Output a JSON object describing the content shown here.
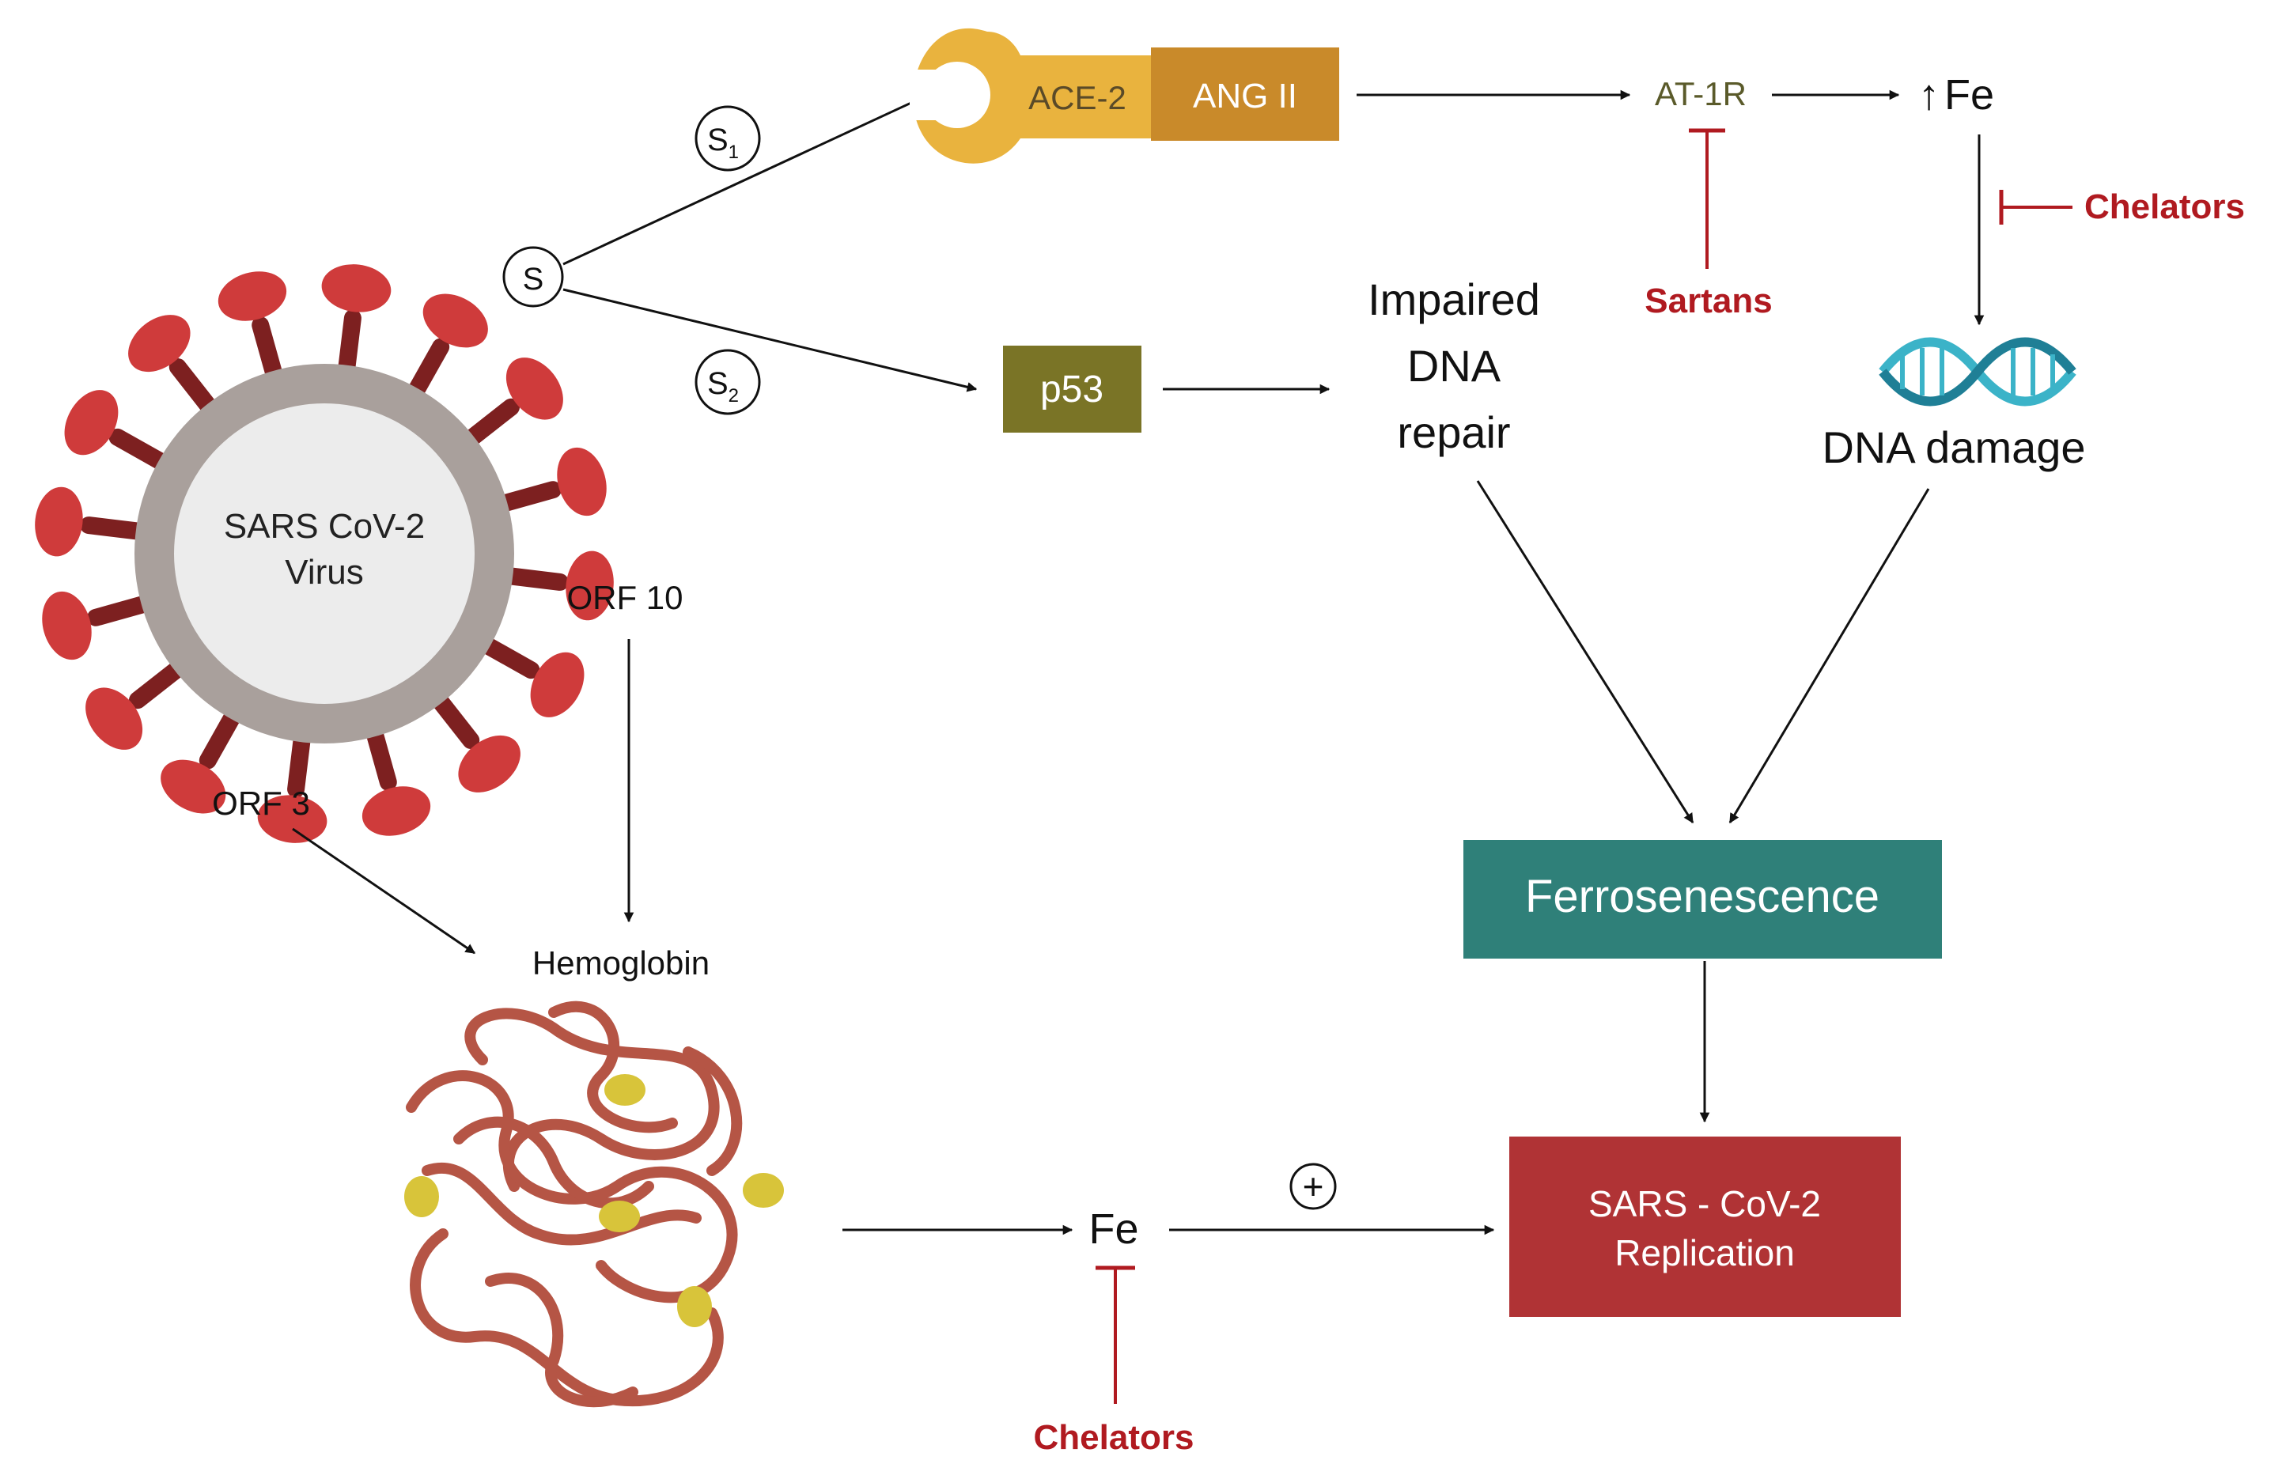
{
  "virus": {
    "line1": "SARS CoV-2",
    "line2": "Virus"
  },
  "spike": {
    "s": "S",
    "s1": "S",
    "s1_sub": "1",
    "s2": "S",
    "s2_sub": "2"
  },
  "receptor": {
    "ace2": "ACE-2",
    "ang2": "ANG II"
  },
  "at1r": "AT-1R",
  "fe_up": {
    "arrow": "↑",
    "label": "Fe"
  },
  "p53": "p53",
  "impaired": {
    "line1": "Impaired",
    "line2": "DNA",
    "line3": "repair"
  },
  "dna_damage": "DNA damage",
  "sartans": "Sartans",
  "chelators_top": "Chelators",
  "orf10": "ORF 10",
  "orf3": "ORF 3",
  "hemoglobin": "Hemoglobin",
  "ferrosenescence": "Ferrosenescence",
  "replication": {
    "line1": "SARS - CoV-2",
    "line2": "Replication"
  },
  "fe_bottom": "Fe",
  "plus": "+",
  "chelators_bottom": "Chelators",
  "colors": {
    "spike": "#cf3b3b",
    "spike_stem": "#7d2020",
    "virus_ring": "#a9a09c",
    "virus_core": "#ececec",
    "ace2": "#e9b33e",
    "ang2": "#c98a2a",
    "p53": "#7a7426",
    "ferro": "#2f8079",
    "replication": "#b03335",
    "inhibitor": "#b01a20",
    "dna": "#3bb3c8",
    "hemoglobin": "#b55545",
    "heme": "#d8c43a"
  }
}
